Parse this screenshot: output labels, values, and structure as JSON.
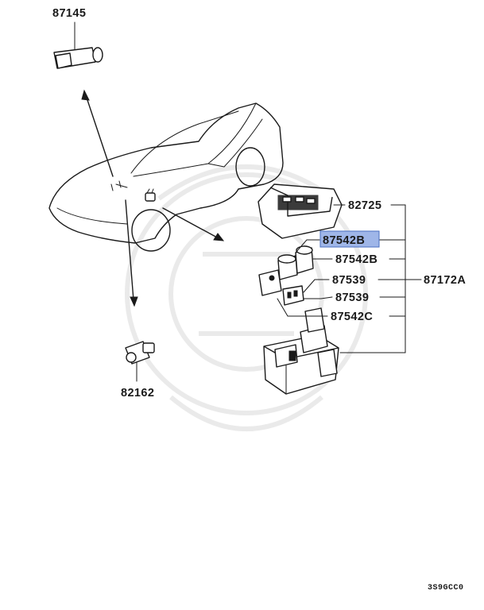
{
  "parts": {
    "p87145": "87145",
    "p82725": "82725",
    "p87542B_highlight": "87542B",
    "p87542B": "87542B",
    "p87539_a": "87539",
    "p87539_b": "87539",
    "p87542C": "87542C",
    "p87172A": "87172A",
    "p82162": "82162"
  },
  "footer_code": "3S9GCC0",
  "colors": {
    "highlight_fill": "#9fb6e8",
    "highlight_border": "#4a6fc0",
    "ink": "#1a1a1a"
  }
}
